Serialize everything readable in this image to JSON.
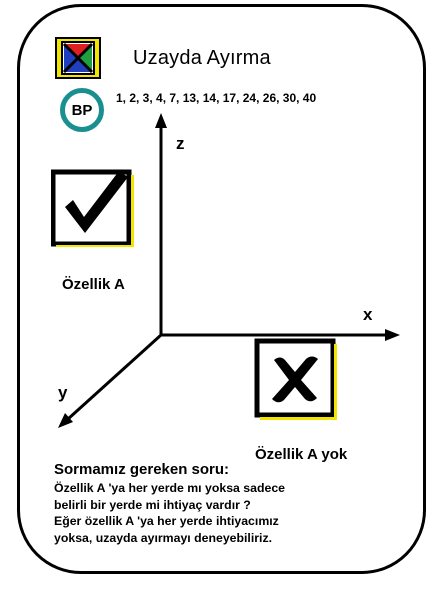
{
  "slide": {
    "title": "Uzayda Ayırma",
    "badge": "BP",
    "bp_numbers": "1, 2, 3, 4, 7, 13, 14, 17, 24, 26, 30, 40",
    "logo_icon": "triz-logo-icon",
    "axes": {
      "z": "z",
      "x": "x",
      "y": "y"
    },
    "feature_present": {
      "icon": "checkbox-checked-icon",
      "label": "Özellik A"
    },
    "feature_absent": {
      "icon": "checkbox-cross-icon",
      "label": "Özellik A yok"
    },
    "question": {
      "heading": "Sormamız gereken soru:",
      "lines": [
        "Özellik A 'ya her yerde mı yoksa sadece",
        "belirli bir yerde mi ihtiyaç vardır ?",
        "Eğer özellik A 'ya her yerde ihtiyacımız",
        "yoksa, uzayda ayırmayı deneyebiliriz."
      ]
    },
    "colors": {
      "badge_ring": "#1a8f8f",
      "logo_red": "#e02020",
      "logo_blue": "#1f3fbf",
      "logo_green": "#1f9f3f",
      "logo_yellow": "#f2e600"
    }
  }
}
